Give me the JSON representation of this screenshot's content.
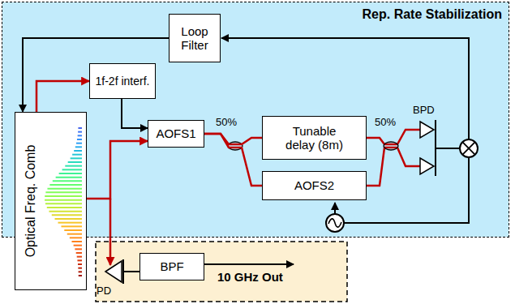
{
  "diagram": {
    "nodes": [
      {
        "text": [
          "Rep. Rate Stabilization"
        ]
      },
      {
        "text": [
          "Loop Filter"
        ],
        "in": 0
      },
      {
        "text": [
          "1f-2f interf."
        ],
        "in": 0
      },
      {
        "text": [
          "Optical Freq. Comb"
        ]
      },
      {
        "text": [
          "AOFS1"
        ],
        "in": 0
      },
      {
        "text": [
          "Tunable delay (8m)"
        ],
        "in": 0
      },
      {
        "text": [
          "AOFS2"
        ],
        "in": 0
      },
      {
        "text": [
          "BPF"
        ]
      }
    ],
    "edges": [
      {
        "from": 3,
        "to": 2,
        "arrow": "to"
      },
      {
        "from": 2,
        "to": 4,
        "arrow": "to"
      },
      {
        "from": 3,
        "to": 4,
        "arrow": "to"
      },
      {
        "from": 4,
        "to": 5,
        "arrow": "none"
      },
      {
        "from": 4,
        "to": 6,
        "arrow": "none"
      },
      {
        "from": 1,
        "to": 3,
        "arrow": "to"
      }
    ],
    "labels": [
      "50%",
      "50%",
      "BPD",
      "PD",
      "10 GHz Out"
    ]
  }
}
